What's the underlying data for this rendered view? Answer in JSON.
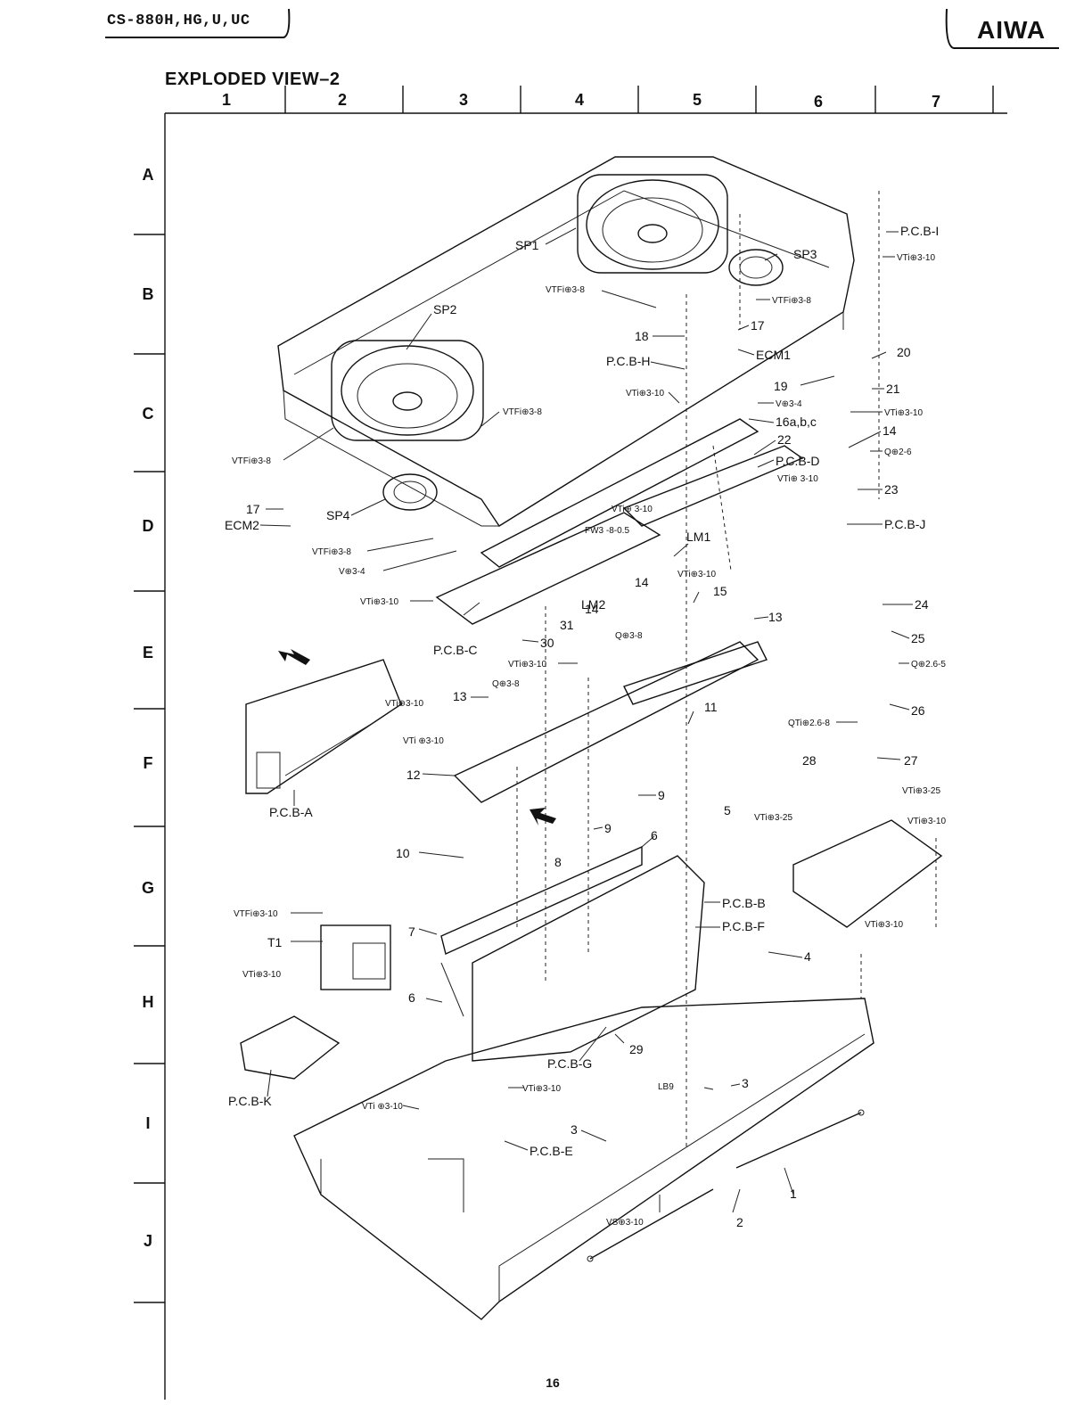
{
  "header": {
    "model_id": "CS-880H,HG,U,UC",
    "brand": "AIWA"
  },
  "title": "EXPLODED VIEW–2",
  "grid": {
    "columns": [
      "1",
      "2",
      "3",
      "4",
      "5",
      "6",
      "7"
    ],
    "rows": [
      "A",
      "B",
      "C",
      "D",
      "E",
      "F",
      "G",
      "H",
      "I",
      "J"
    ]
  },
  "part_labels": {
    "pcb_i": "P.C.B-I",
    "vti_3_10_a": "VTi⊕3-10",
    "sp1": "SP1",
    "sp3": "SP3",
    "vtfi_3_8_a": "VTFi⊕3-8",
    "vtfi_3_8_b": "VTFi⊕3-8",
    "sp2": "SP2",
    "n17_a": "17",
    "n18": "18",
    "ecm1": "ECM1",
    "pcb_h": "P.C.B-H",
    "n20": "20",
    "n21": "21",
    "n19": "19",
    "vti_3_10_b": "VTi⊕3-10",
    "v_3_4_a": "V⊕3-4",
    "vti_3_10_c": "VTi⊕3-10",
    "n16": "16a,b,c",
    "vtfi_3_8_c": "VTFi⊕3-8",
    "n22": "22",
    "n14_a": "14",
    "q_2_6": "Q⊕2-6",
    "vtfi_3_8_d": "VTFi⊕3-8",
    "pcb_d": "P.C.B-D",
    "vti_3_10_d": "VTi⊕ 3-10",
    "n23": "23",
    "n17_b": "17",
    "ecm2": "ECM2",
    "sp4": "SP4",
    "vti_3_10_e": "VTi⊕ 3-10",
    "fw3": "FW3 -8-0.5",
    "pcb_j": "P.C.B-J",
    "vtfi_3_8_e": "VTFi⊕3-8",
    "lm1": "LM1",
    "v_3_4_b": "V⊕3-4",
    "vti_3_10_f": "VTi⊕3-10",
    "n15": "15",
    "vti_3_10_g": "VTi⊕3-10",
    "lm2": "LM2",
    "n14_b": "14",
    "n14_c": "14",
    "n24": "24",
    "q_3_8_a": "Q⊕3-8",
    "n13_a": "13",
    "n25": "25",
    "n31": "31",
    "pcb_c": "P.C.B-C",
    "n30": "30",
    "vti_3_10_h": "VTi⊕3-10",
    "q_2_6_5": "Q⊕2.6-5",
    "q_3_8_b": "Q⊕3-8",
    "n13_b": "13",
    "vti_3_10_i": "VTi⊕3-10",
    "n11": "11",
    "qti_2_6_8": "QTi⊕2.6-8",
    "n26": "26",
    "vti_3_10_j": "VTi ⊕3-10",
    "n28": "28",
    "n27": "27",
    "n12": "12",
    "vti_3_25_a": "VTi⊕3-25",
    "n9_a": "9",
    "pcb_a": "P.C.B-A",
    "n5": "5",
    "vti_3_25_b": "VTi⊕3-25",
    "vti_3_10_k": "VTi⊕3-10",
    "n9_b": "9",
    "n10": "10",
    "n8": "8",
    "n6_a": "6",
    "vtfi_3_10": "VTFi⊕3-10",
    "pcb_b": "P.C.B-B",
    "n7": "7",
    "pcb_f": "P.C.B-F",
    "vti_3_10_l": "VTi⊕3-10",
    "t1": "T1",
    "n4": "4",
    "vti_3_10_m": "VTi⊕3-10",
    "n6_b": "6",
    "n29": "29",
    "pcb_g": "P.C.B-G",
    "vti_3_10_n": "VTi⊕3-10",
    "pcb_k": "P.C.B-K",
    "lb9": "LB9",
    "n3_a": "3",
    "vti_3_10_o": "VTi ⊕3-10",
    "n3_b": "3",
    "pcb_e": "P.C.B-E",
    "n1": "1",
    "vs_3_10": "VS⊕3-10",
    "n2": "2"
  },
  "page_number": "16"
}
